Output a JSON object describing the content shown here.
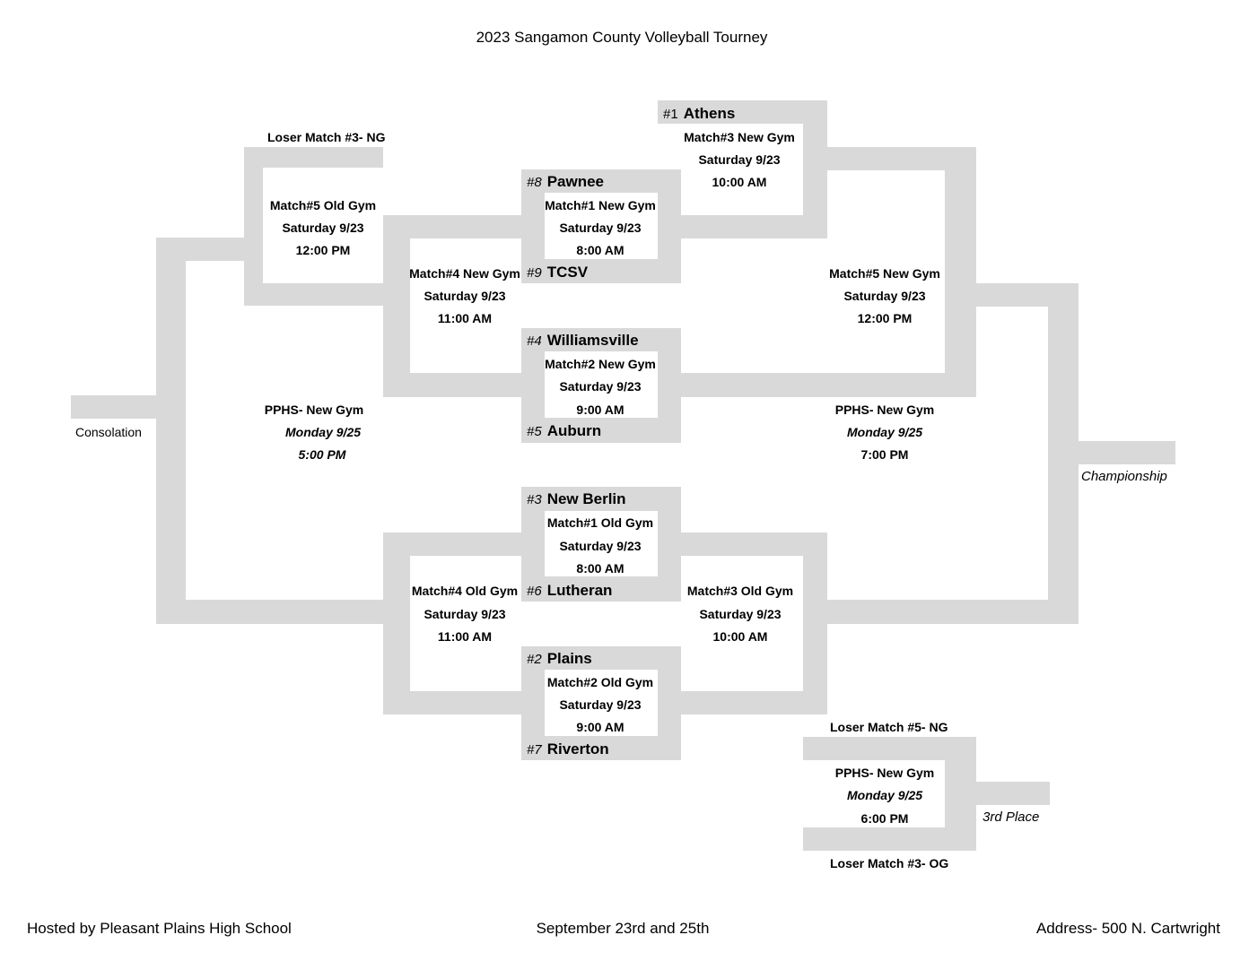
{
  "title": "2023 Sangamon County Volleyball Tourney",
  "footer": {
    "host": "Hosted by Pleasant Plains High School",
    "dates": "September 23rd and 25th",
    "address": "Address- 500 N. Cartwright"
  },
  "teams": {
    "t1": {
      "seed": "#1",
      "name": "Athens"
    },
    "t8": {
      "seed": "#8",
      "name": "Pawnee"
    },
    "t9": {
      "seed": "#9",
      "name": "TCSV"
    },
    "t4": {
      "seed": "#4",
      "name": "Williamsville"
    },
    "t5": {
      "seed": "#5",
      "name": "Auburn"
    },
    "t3": {
      "seed": "#3",
      "name": "New Berlin"
    },
    "t6": {
      "seed": "#6",
      "name": "Lutheran"
    },
    "t2": {
      "seed": "#2",
      "name": "Plains"
    },
    "t7": {
      "seed": "#7",
      "name": "Riverton"
    }
  },
  "matches": {
    "m1ng": {
      "name": "Match#1 New Gym",
      "day": "Saturday 9/23",
      "time": "8:00 AM"
    },
    "m2ng": {
      "name": "Match#2 New Gym",
      "day": "Saturday 9/23",
      "time": "9:00 AM"
    },
    "m3ng": {
      "name": "Match#3 New Gym",
      "day": "Saturday 9/23",
      "time": "10:00 AM"
    },
    "m4ng": {
      "name": "Match#4 New Gym",
      "day": "Saturday 9/23",
      "time": "11:00 AM"
    },
    "m5ng": {
      "name": "Match#5 New Gym",
      "day": "Saturday 9/23",
      "time": "12:00 PM"
    },
    "m1og": {
      "name": "Match#1 Old Gym",
      "day": "Saturday 9/23",
      "time": "8:00 AM"
    },
    "m2og": {
      "name": "Match#2 Old Gym",
      "day": "Saturday 9/23",
      "time": "9:00 AM"
    },
    "m3og": {
      "name": "Match#3 Old Gym",
      "day": "Saturday 9/23",
      "time": "10:00 AM"
    },
    "m4og": {
      "name": "Match#4 Old Gym",
      "day": "Saturday 9/23",
      "time": "11:00 AM"
    },
    "m5og": {
      "name": "Match#5 Old Gym",
      "day": "Saturday 9/23",
      "time": "12:00 PM"
    },
    "consolation": {
      "name": "PPHS- New Gym",
      "day": "Monday 9/25",
      "time": "5:00 PM"
    },
    "championship": {
      "name": "PPHS- New Gym",
      "day": "Monday 9/25",
      "time": "7:00 PM"
    },
    "third": {
      "name": "PPHS- New Gym",
      "day": "Monday 9/25",
      "time": "6:00 PM"
    }
  },
  "slots": {
    "loser_m3_ng": "Loser Match #3- NG",
    "loser_m5_ng": "Loser Match #5- NG",
    "loser_m3_og": "Loser Match #3- OG"
  },
  "finals": {
    "consolation": "Consolation",
    "championship": "Championship",
    "third_place": "3rd Place"
  }
}
